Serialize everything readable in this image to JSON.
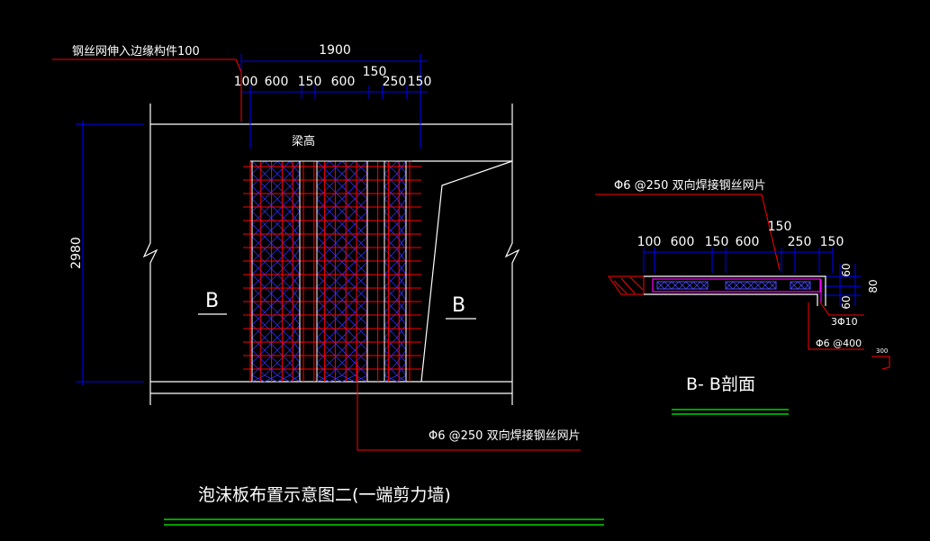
{
  "drawing": {
    "top_note": "钢丝网伸入边缘构件100",
    "top_total_dim": "1900",
    "top_dims": [
      "100",
      "600",
      "150",
      "600",
      "150",
      "250",
      "150"
    ],
    "beam_label": "梁高",
    "height_dim": "2980",
    "section_mark_left": "B",
    "section_mark_right": "B",
    "mesh_callout_bottom": "Φ6 @250 双向焊接钢丝网片",
    "main_title": "泡沫板布置示意图二(一端剪力墙)"
  },
  "section": {
    "mesh_callout": "Φ6 @250 双向焊接钢丝网片",
    "dims": [
      "100",
      "600",
      "150",
      "600",
      "150",
      "250",
      "150"
    ],
    "right_dims": [
      "60",
      "80",
      "60"
    ],
    "rebar_1": "3Φ10",
    "rebar_2": "Φ6 @400",
    "small_note": "300",
    "title": "B- B剖面"
  },
  "colors": {
    "background": "#000000",
    "line_white": "#ffffff",
    "dimension_blue": "#0000ff",
    "leader_red": "#ff0000",
    "mesh_magenta": "#ff00ff",
    "underline_green": "#00ff00"
  }
}
